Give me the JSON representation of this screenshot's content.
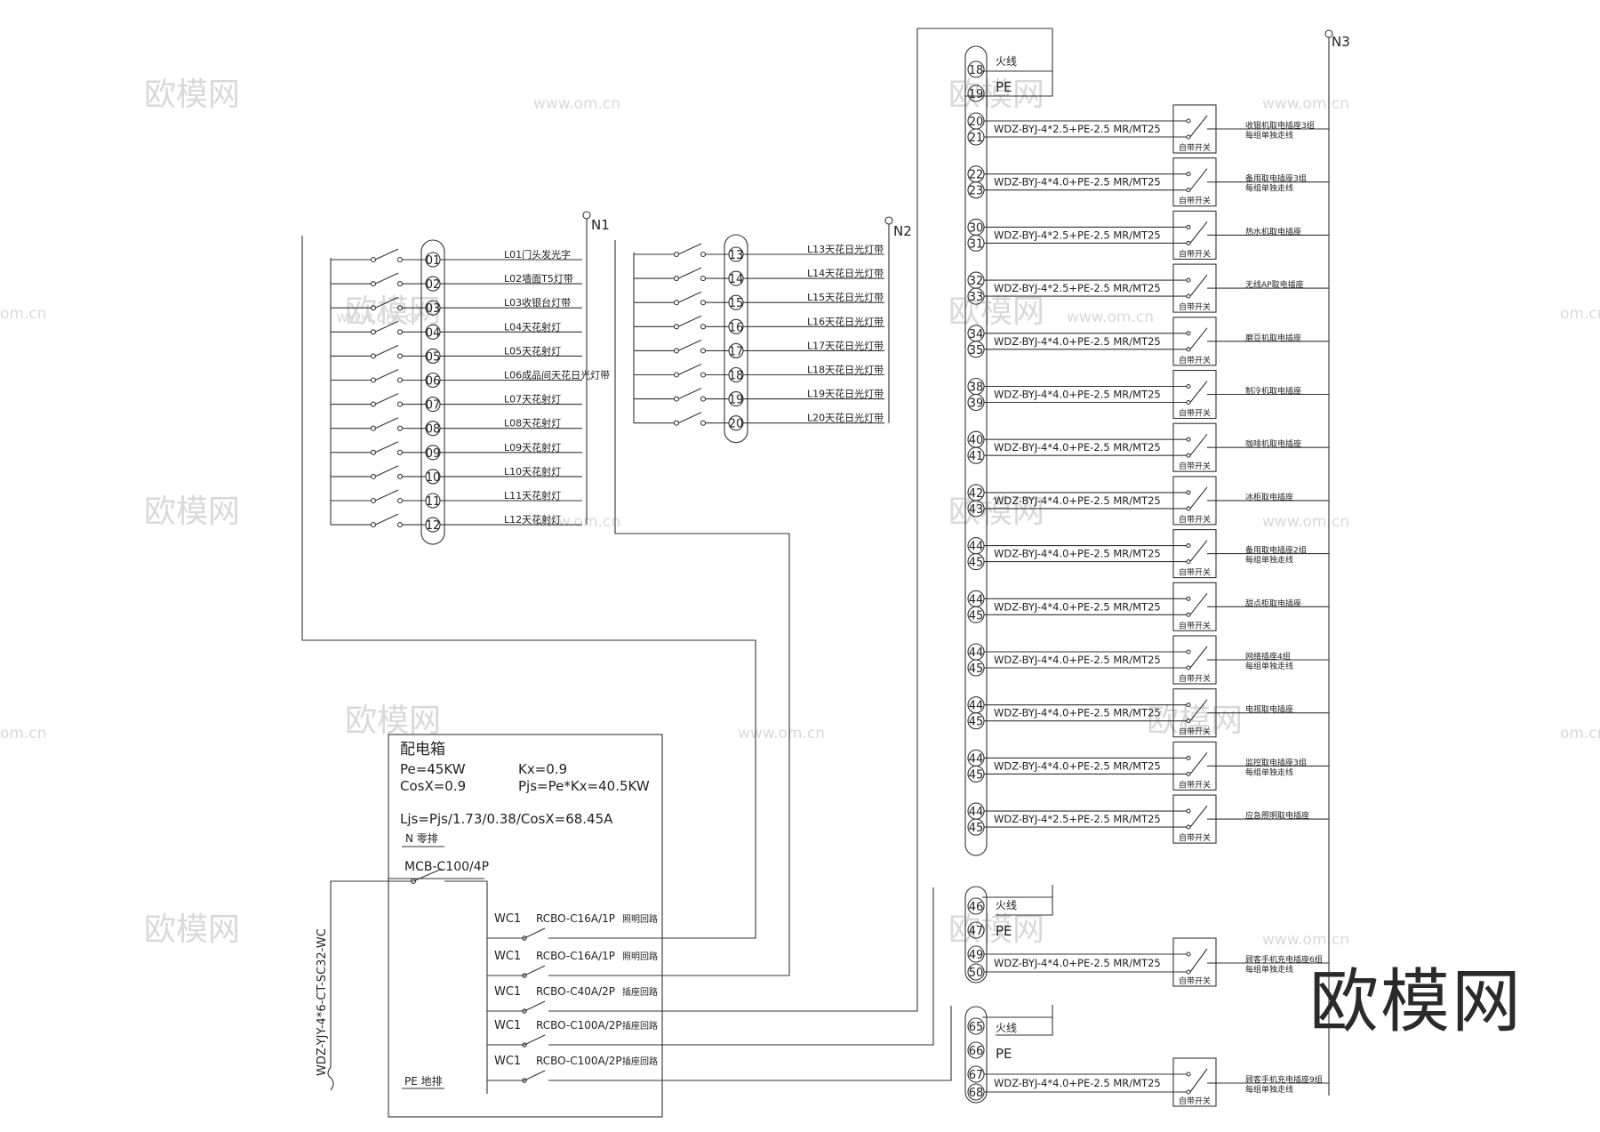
{
  "watermarks": {
    "logo": "欧模网",
    "url": "www.om.cn",
    "url_partial": "om.cn"
  },
  "brand_mark": "欧模网",
  "panel": {
    "title": "配电箱",
    "pe": "Pe=45KW",
    "kx": "Kx=0.9",
    "cos": "CosX=0.9",
    "pjs": "Pjs=Pe*Kx=40.5KW",
    "ljs": "Ljs=Pjs/1.73/0.38/CosX=68.45A",
    "neutral_bar": "N  零排",
    "main_breaker": "MCB-C100/4P",
    "ground_bar": "PE 地排",
    "incoming_cable": "WDZ-YJY-4*6-CT-SC32-WC",
    "branches": [
      {
        "id": "WC1",
        "breaker": "RCBO-C16A/1P",
        "purpose": "照明回路"
      },
      {
        "id": "WC1",
        "breaker": "RCBO-C16A/1P",
        "purpose": "照明回路"
      },
      {
        "id": "WC1",
        "breaker": "RCBO-C40A/2P",
        "purpose": "插座回路"
      },
      {
        "id": "WC1",
        "breaker": "RCBO-C100A/2P",
        "purpose": "插座回路"
      },
      {
        "id": "WC1",
        "breaker": "RCBO-C100A/2P",
        "purpose": "插座回路"
      }
    ]
  },
  "lighting_group_1": {
    "neutral": "N1",
    "circuits": [
      {
        "terminal": "01",
        "label": "L01门头发光字"
      },
      {
        "terminal": "02",
        "label": "L02墙面T5灯带"
      },
      {
        "terminal": "03",
        "label": "L03收银台灯带"
      },
      {
        "terminal": "04",
        "label": "L04天花射灯"
      },
      {
        "terminal": "05",
        "label": "L05天花射灯"
      },
      {
        "terminal": "06",
        "label": "L06成品间天花日光灯带"
      },
      {
        "terminal": "07",
        "label": "L07天花射灯"
      },
      {
        "terminal": "08",
        "label": "L08天花射灯"
      },
      {
        "terminal": "09",
        "label": "L09天花射灯"
      },
      {
        "terminal": "10",
        "label": "L10天花射灯"
      },
      {
        "terminal": "11",
        "label": "L11天花射灯"
      },
      {
        "terminal": "12",
        "label": "L12天花射灯"
      }
    ]
  },
  "lighting_group_2": {
    "neutral": "N2",
    "circuits": [
      {
        "terminal": "13",
        "label": "L13天花日光灯带"
      },
      {
        "terminal": "14",
        "label": "L14天花日光灯带"
      },
      {
        "terminal": "15",
        "label": "L15天花日光灯带"
      },
      {
        "terminal": "16",
        "label": "L16天花日光灯带"
      },
      {
        "terminal": "17",
        "label": "L17天花日光灯带"
      },
      {
        "terminal": "18",
        "label": "L18天花日光灯带"
      },
      {
        "terminal": "19",
        "label": "L19天花日光灯带"
      },
      {
        "terminal": "20",
        "label": "L20天花日光灯带"
      }
    ]
  },
  "socket_group": {
    "neutral": "N3",
    "live_label": "火线",
    "pe_label": "PE",
    "top_terminals": [
      "18",
      "19"
    ],
    "switch_label": "自带开关",
    "circuits": [
      {
        "t1": "20",
        "t2": "21",
        "cable": "WDZ-BYJ-4*2.5+PE-2.5 MR/MT25",
        "load": "收银机取电插座3组",
        "note": "每组单独走线"
      },
      {
        "t1": "22",
        "t2": "23",
        "cable": "WDZ-BYJ-4*4.0+PE-2.5 MR/MT25",
        "load": "备用取电插座3组",
        "note": "每组单独走线"
      },
      {
        "t1": "30",
        "t2": "31",
        "cable": "WDZ-BYJ-4*2.5+PE-2.5 MR/MT25",
        "load": "热水机取电插座",
        "note": ""
      },
      {
        "t1": "32",
        "t2": "33",
        "cable": "WDZ-BYJ-4*2.5+PE-2.5 MR/MT25",
        "load": "无线AP取电插座",
        "note": ""
      },
      {
        "t1": "34",
        "t2": "35",
        "cable": "WDZ-BYJ-4*4.0+PE-2.5 MR/MT25",
        "load": "磨豆机取电插座",
        "note": ""
      },
      {
        "t1": "38",
        "t2": "39",
        "cable": "WDZ-BYJ-4*4.0+PE-2.5 MR/MT25",
        "load": "制冷机取电插座",
        "note": ""
      },
      {
        "t1": "40",
        "t2": "41",
        "cable": "WDZ-BYJ-4*4.0+PE-2.5 MR/MT25",
        "load": "咖啡机取电插座",
        "note": ""
      },
      {
        "t1": "42",
        "t2": "43",
        "cable": "WDZ-BYJ-4*4.0+PE-2.5 MR/MT25",
        "load": "冰柜取电插座",
        "note": ""
      },
      {
        "t1": "44",
        "t2": "45",
        "cable": "WDZ-BYJ-4*4.0+PE-2.5 MR/MT25",
        "load": "备用取电插座2组",
        "note": "每组单独走线"
      },
      {
        "t1": "44",
        "t2": "45",
        "cable": "WDZ-BYJ-4*4.0+PE-2.5 MR/MT25",
        "load": "甜点柜取电插座",
        "note": ""
      },
      {
        "t1": "44",
        "t2": "45",
        "cable": "WDZ-BYJ-4*4.0+PE-2.5 MR/MT25",
        "load": "网络插座4组",
        "note": "每组单独走线"
      },
      {
        "t1": "44",
        "t2": "45",
        "cable": "WDZ-BYJ-4*4.0+PE-2.5 MR/MT25",
        "load": "电视取电插座",
        "note": ""
      },
      {
        "t1": "44",
        "t2": "45",
        "cable": "WDZ-BYJ-4*4.0+PE-2.5 MR/MT25",
        "load": "监控取电插座3组",
        "note": "每组单独走线"
      },
      {
        "t1": "44",
        "t2": "45",
        "cable": "WDZ-BYJ-4*2.5+PE-2.5 MR/MT25",
        "load": "应急照明取电插座",
        "note": ""
      }
    ]
  },
  "socket_group_2": {
    "live_label": "火线",
    "pe_label": "PE",
    "top_terminals": [
      "46",
      "47"
    ],
    "circuit": {
      "t1": "49",
      "t2": "50",
      "cable": "WDZ-BYJ-4*4.0+PE-2.5 MR/MT25",
      "load": "顾客手机充电插座6组",
      "note": "每组单独走线"
    }
  },
  "socket_group_3": {
    "live_label": "火线",
    "pe_label": "PE",
    "top_terminals": [
      "65",
      "66"
    ],
    "circuit": {
      "t1": "67",
      "t2": "68",
      "cable": "WDZ-BYJ-4*4.0+PE-2.5 MR/MT25",
      "load": "顾客手机充电插座9组",
      "note": "每组单独走线"
    }
  }
}
